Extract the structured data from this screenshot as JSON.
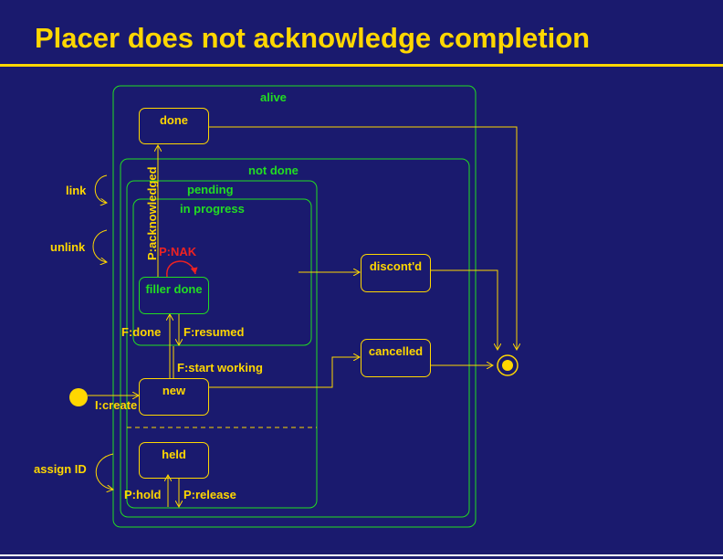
{
  "title": "Placer does not acknowledge completion",
  "colors": {
    "background": "#1a1a6e",
    "accent": "#ffd700",
    "region": "#22dd22",
    "nak": "#ee2222"
  },
  "regions": {
    "alive": "alive",
    "not_done": "not done",
    "pending": "pending",
    "in_progress": "in progress"
  },
  "states": {
    "done": "done",
    "filler_done": "filler done",
    "new": "new",
    "held": "held",
    "discontd": "discont'd",
    "cancelled": "cancelled"
  },
  "transitions": {
    "acknowledged": "P:acknowledged",
    "nak": "P:NAK",
    "f_done": "F:done",
    "f_resumed": "F:resumed",
    "f_start_working": "F:start working",
    "i_create": "I:create",
    "p_hold": "P:hold",
    "p_release": "P:release"
  },
  "actions": {
    "link": "link",
    "unlink": "unlink",
    "assign_id": "assign ID"
  }
}
